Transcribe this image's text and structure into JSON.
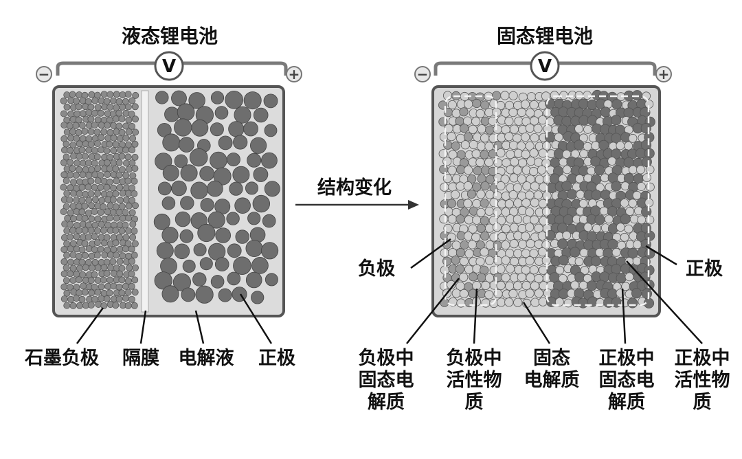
{
  "left": {
    "title": "液态锂电池",
    "minus": "−",
    "plus": "+",
    "meter": "V",
    "labels": {
      "graphite_anode": "石墨负极",
      "separator": "隔膜",
      "electrolyte": "电解液",
      "cathode": "正极"
    }
  },
  "arrow_label": "结构变化",
  "right": {
    "title": "固态锂电池",
    "minus": "−",
    "plus": "+",
    "meter": "V",
    "labels": {
      "anode": "负极",
      "cathode": "正极",
      "anode_se": [
        "负极中",
        "固态电",
        "解质"
      ],
      "anode_active": [
        "负极中",
        "活性物",
        "质"
      ],
      "solid_electrolyte": [
        "固态",
        "电解质"
      ],
      "cathode_se": [
        "正极中",
        "固态电",
        "解质"
      ],
      "cathode_active": [
        "正极中",
        "活性物",
        "质"
      ]
    }
  },
  "colors": {
    "frame": "#555555",
    "cell_bg": "#dcdcdc",
    "anode_particle": "#8a8a8a",
    "cathode_particle": "#6e6e6e",
    "solid_electrolyte_particle": "#cfcfcf"
  }
}
